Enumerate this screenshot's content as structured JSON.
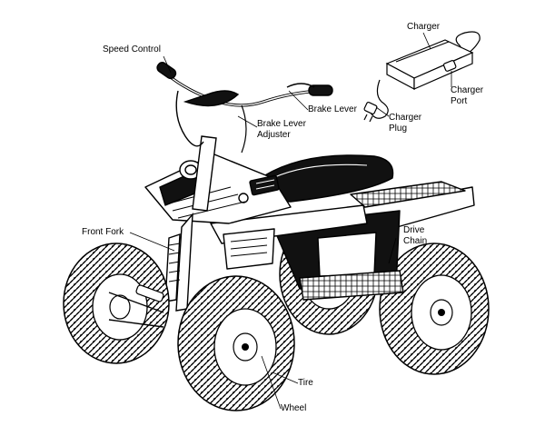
{
  "labels": {
    "speed_control": "Speed Control",
    "brake_lever": "Brake Lever",
    "brake_lever_adjuster_1": "Brake Lever",
    "brake_lever_adjuster_2": "Adjuster",
    "charger": "Charger",
    "charger_port_1": "Charger",
    "charger_port_2": "Port",
    "charger_plug_1": "Charger",
    "charger_plug_2": "Plug",
    "front_fork": "Front Fork",
    "drive_chain_1": "Drive",
    "drive_chain_2": "Chain",
    "tire": "Tire",
    "wheel": "Wheel"
  }
}
